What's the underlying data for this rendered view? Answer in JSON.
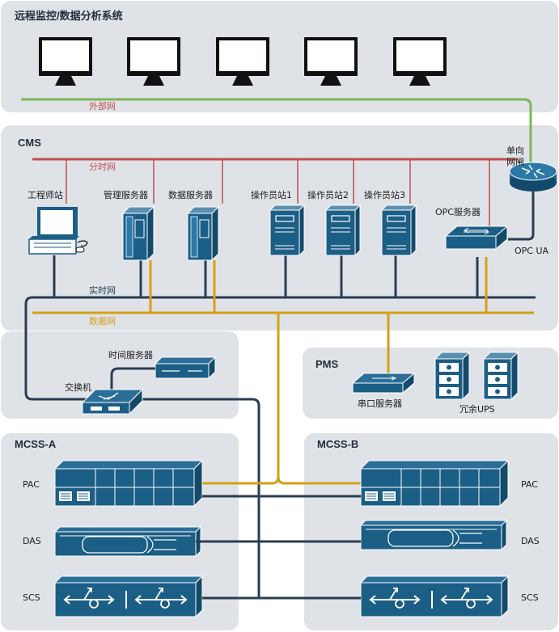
{
  "zones": {
    "remote": "远程监控/数据分析系统",
    "cms": "CMS",
    "pms": "PMS",
    "mcss_a": "MCSS-A",
    "mcss_b": "MCSS-B"
  },
  "networks": {
    "external": "外部网",
    "timeshare": "分时网",
    "realtime": "实时网",
    "data": "数据网"
  },
  "devices": {
    "gateway_line1": "单向",
    "gateway_line2": "网闸",
    "opc_ua": "OPC UA",
    "engineer": "工程师站",
    "mgmt_server": "管理服务器",
    "data_server": "数据服务器",
    "op1": "操作员站1",
    "op2": "操作员站2",
    "op3": "操作员站3",
    "opc_server": "OPC服务器",
    "time_server": "时间服务器",
    "switch": "交换机",
    "serial_server": "串口服务器",
    "ups": "冗余UPS"
  },
  "mcss": {
    "pac": "PAC",
    "das": "DAS",
    "scs": "SCS"
  },
  "colors": {
    "zone_bg": "#dfe3e8",
    "device_blue": "#1b5e86",
    "external_net": "#7db65a",
    "timeshare_net": "#c0504d",
    "realtime_net": "#2a3d52",
    "data_net": "#d4a017"
  }
}
